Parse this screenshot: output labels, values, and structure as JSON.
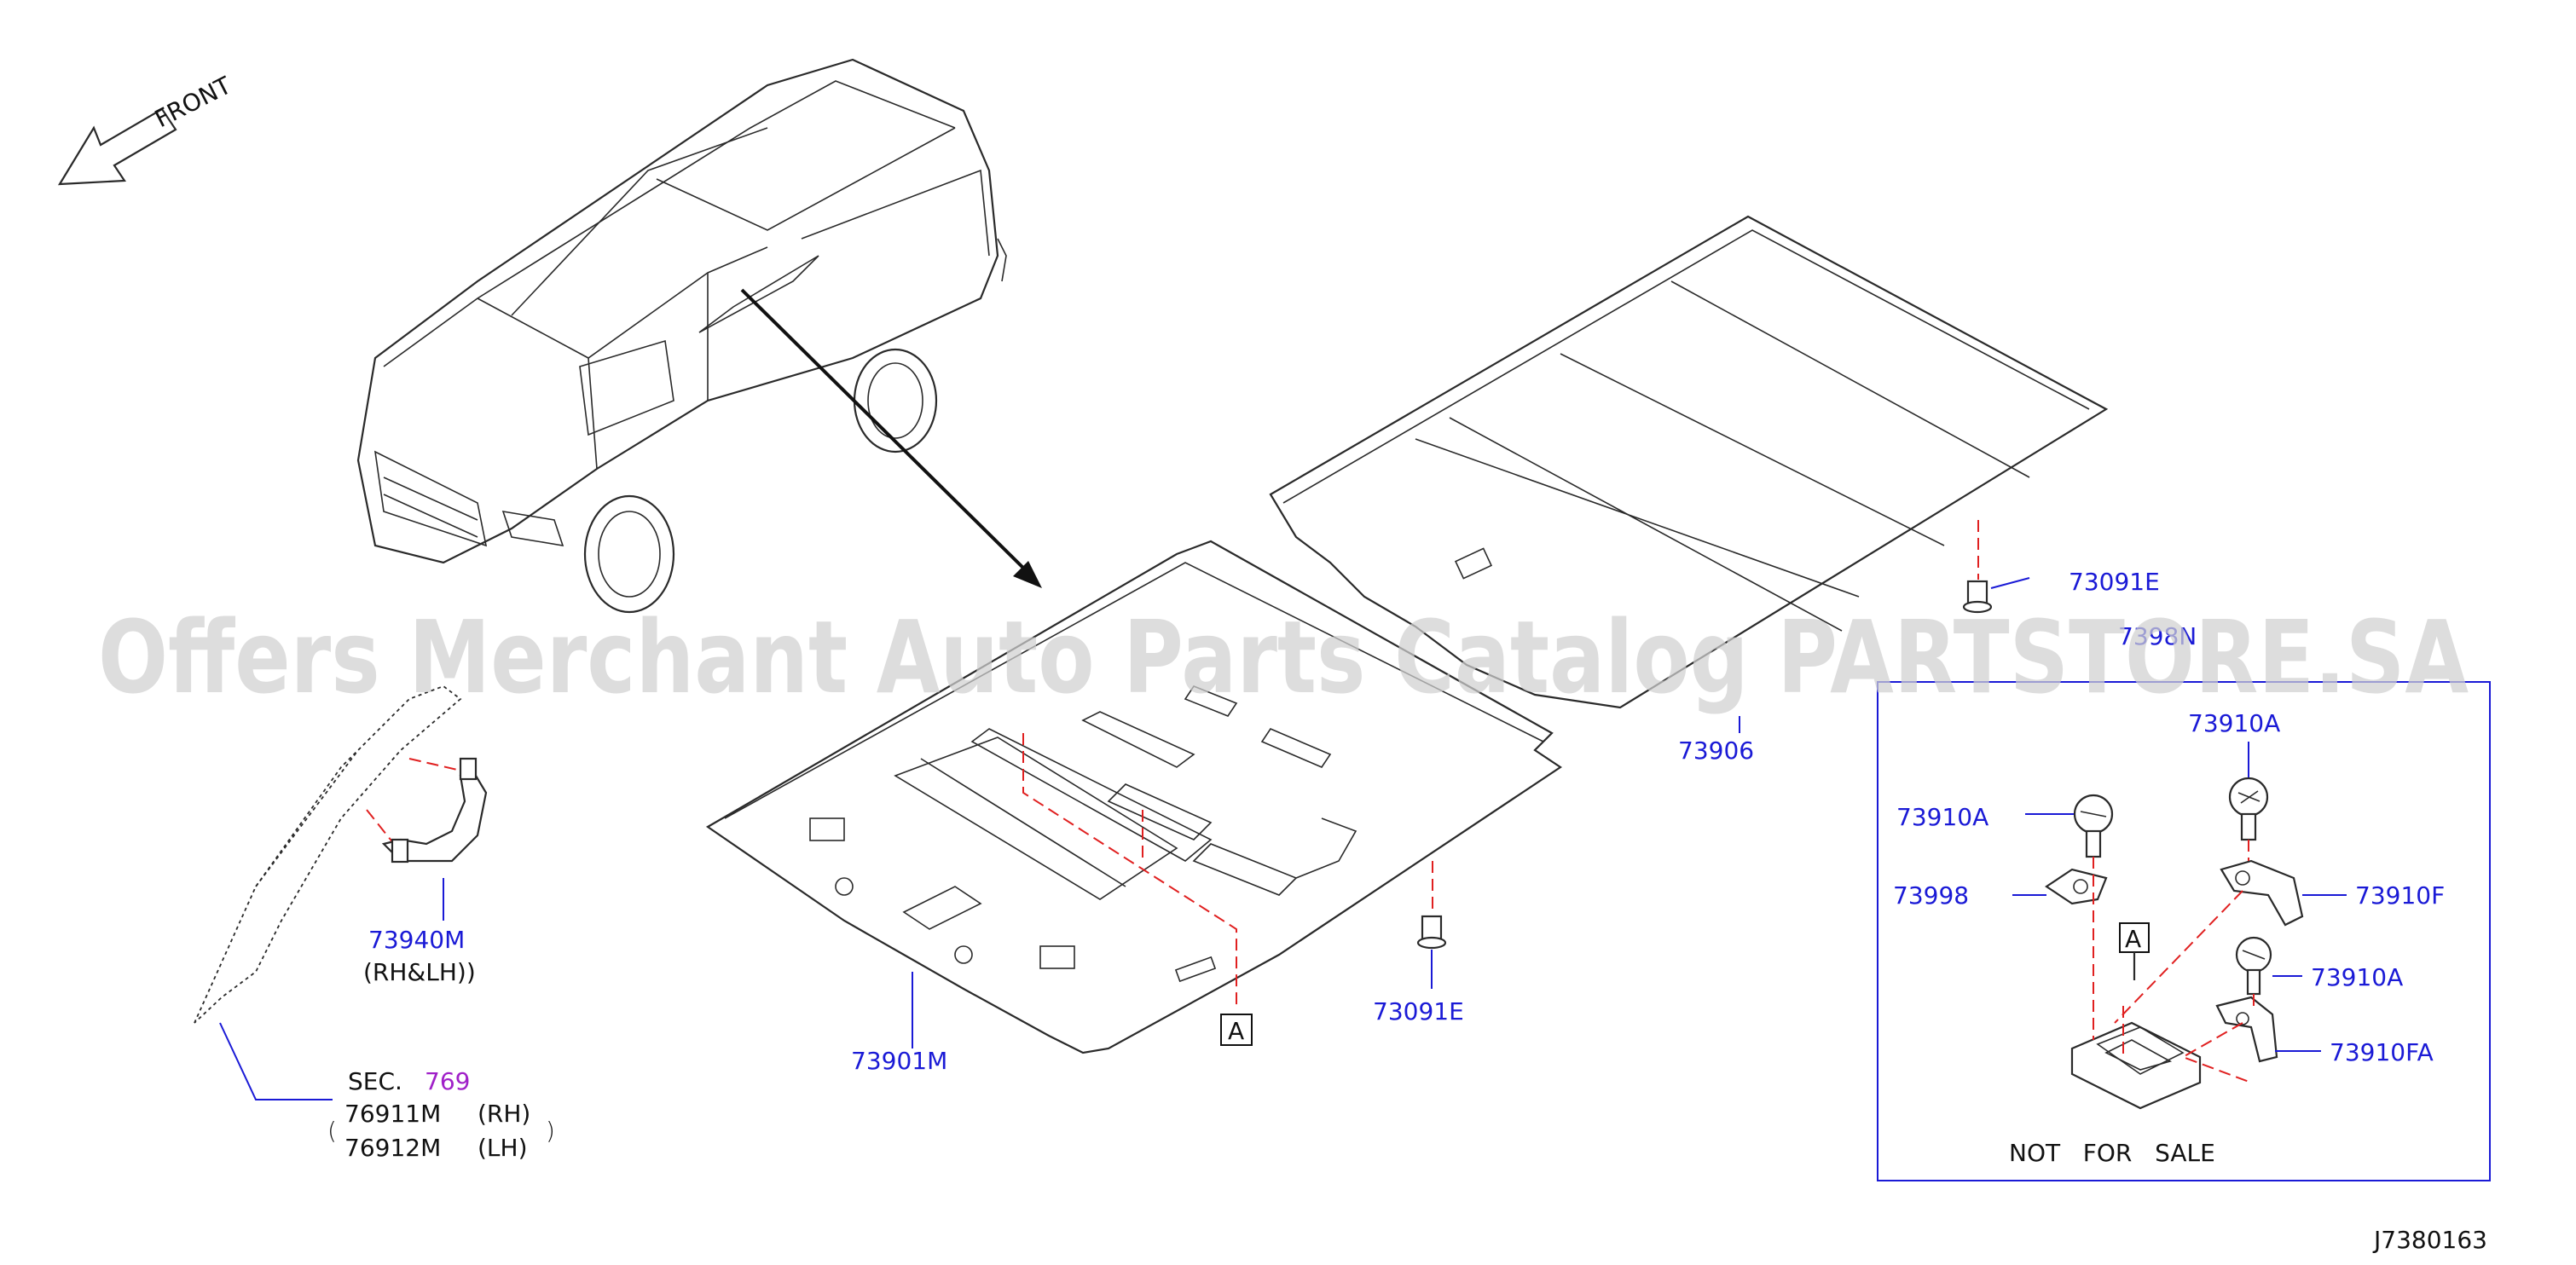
{
  "direction": {
    "label": "FRONT"
  },
  "labels": {
    "p73940m": "73940M",
    "rhlh": "(RH&LH))",
    "sec": "SEC.",
    "sec_num": "769",
    "p76911m": "76911M",
    "rh": "(RH)",
    "p76912m": "76912M",
    "lh": "(LH)",
    "p73901m": "73901M",
    "ref_a1": "A",
    "p73091e_1": "73091E",
    "p73906": "73906",
    "p73091e_2": "73091E",
    "p7398n": "7398N",
    "p73910a_1": "73910A",
    "p73910a_2": "73910A",
    "p73998": "73998",
    "p73910f": "73910F",
    "ref_a2": "A",
    "p73910a_3": "73910A",
    "p73910fa": "73910FA",
    "not_for_sale": "NOT   FOR   SALE",
    "diagram_id": "J7380163"
  },
  "watermark": "Offers Merchant Auto Parts Catalog PARTSTORE.SA",
  "colors": {
    "label": "#1a1ad6",
    "section_ref": "#a020c8",
    "dashed_guide": "#e02020"
  }
}
